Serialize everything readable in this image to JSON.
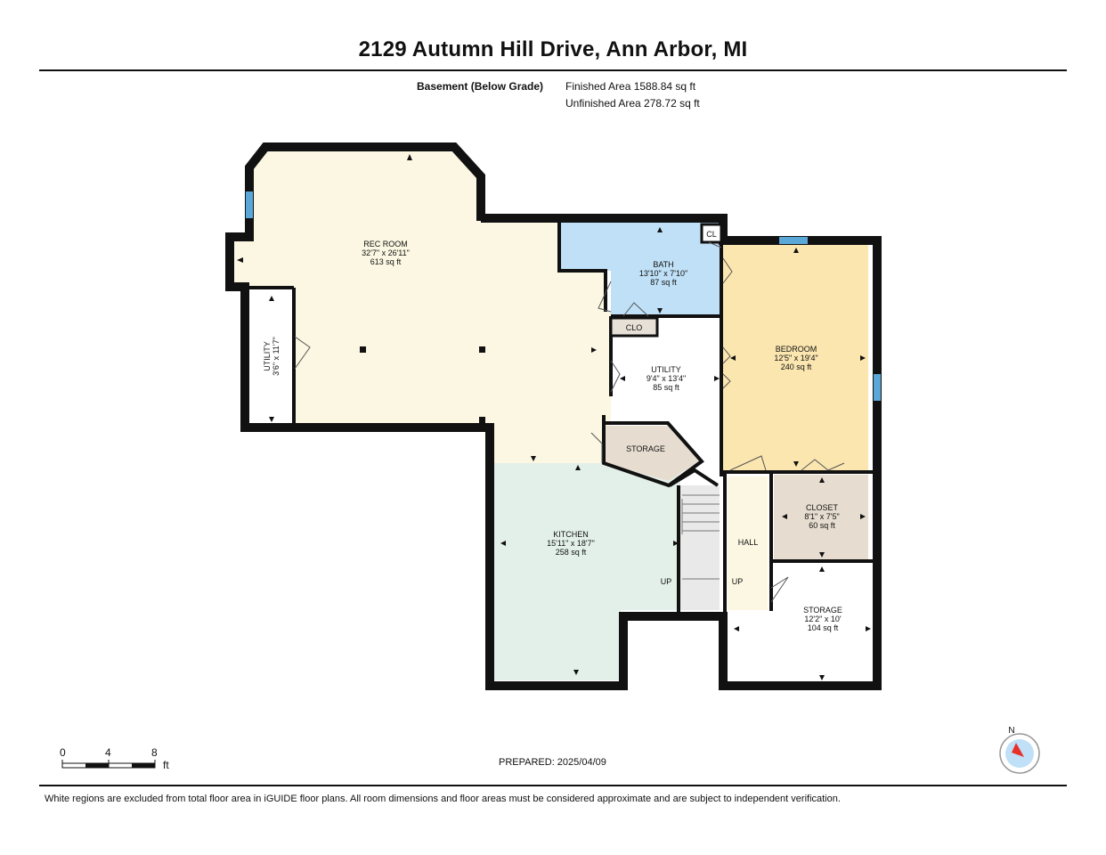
{
  "header": {
    "title": "2129 Autumn Hill Drive, Ann Arbor, MI",
    "level_label": "Basement (Below Grade)",
    "finished_area": "Finished Area 1588.84 sq ft",
    "unfinished_area": "Unfinished Area 278.72 sq ft"
  },
  "rooms": {
    "rec_room": {
      "name": "REC ROOM",
      "dims": "32'7\" x 26'11\"",
      "area": "613 sq ft",
      "color": "#fbf7e2"
    },
    "bath": {
      "name": "BATH",
      "dims": "13'10\" x 7'10\"",
      "area": "87 sq ft",
      "color": "#bfe0f6"
    },
    "bedroom": {
      "name": "BEDROOM",
      "dims": "12'5\" x 19'4\"",
      "area": "240 sq ft",
      "color": "#fbe6b0"
    },
    "utility_left": {
      "name": "UTILITY",
      "dims": "3'6\" x 11'7\""
    },
    "utility_center": {
      "name": "UTILITY",
      "dims": "9'4\" x 13'4\"",
      "area": "85 sq ft"
    },
    "kitchen": {
      "name": "KITCHEN",
      "dims": "15'11\" x 18'7\"",
      "area": "258 sq ft",
      "color": "#e3f0e9"
    },
    "closet": {
      "name": "CLOSET",
      "dims": "8'1\" x 7'5\"",
      "area": "60 sq ft",
      "color": "#e6ddd0"
    },
    "storage_small": {
      "name": "STORAGE",
      "color": "#e6ddd0"
    },
    "storage_large": {
      "name": "STORAGE",
      "dims": "12'2\" x 10'",
      "area": "104 sq ft"
    },
    "hall": {
      "name": "HALL",
      "color": "#fbf7e2"
    },
    "clo": {
      "name": "CLO"
    },
    "cl": {
      "name": "CL"
    },
    "stairs_up_left": "UP",
    "stairs_up_right": "UP"
  },
  "scale": {
    "ticks": [
      "0",
      "4",
      "8"
    ],
    "unit": "ft"
  },
  "compass": {
    "label": "N"
  },
  "prepared": "PREPARED: 2025/04/09",
  "footer": "White regions are excluded from total floor area in iGUIDE floor plans. All room dimensions and floor areas must be considered approximate and are subject to independent verification."
}
